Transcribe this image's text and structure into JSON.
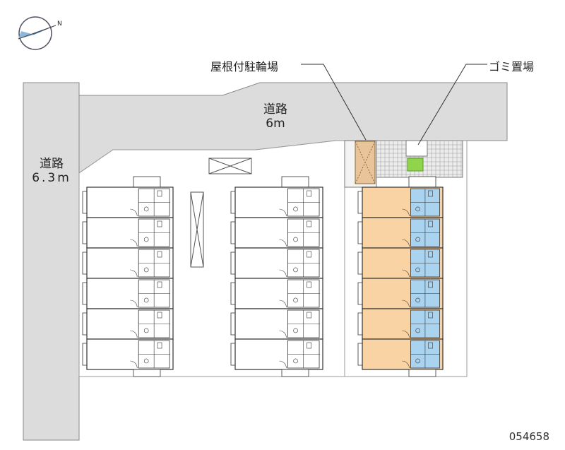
{
  "compass": {
    "north_label": "N",
    "icon": "compass-icon"
  },
  "roads": {
    "top": {
      "name": "道路",
      "width": "6m"
    },
    "left": {
      "name": "道路",
      "width": "6.3m"
    }
  },
  "callouts": {
    "bicycle_parking": "屋根付駐輪場",
    "garbage": "ゴミ置場"
  },
  "property_code": "054658",
  "colors": {
    "road": "#dcdcdc",
    "subject_unit": "#f9d3a3",
    "bathroom": "#a9d3ef",
    "garbage": "#8fd44b",
    "bicycle_parking": "#e9c49a",
    "tile": "#ececec",
    "line": "#333333"
  },
  "buildings": [
    {
      "name": "building-west",
      "floors": 6,
      "highlighted": false
    },
    {
      "name": "building-middle",
      "floors": 6,
      "highlighted": false
    },
    {
      "name": "building-east",
      "floors": 6,
      "highlighted": true
    }
  ]
}
